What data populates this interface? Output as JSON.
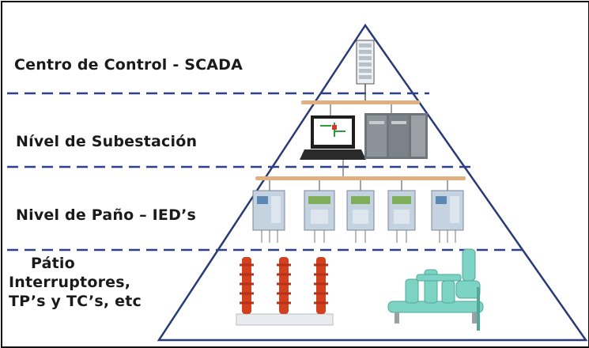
{
  "diagram": {
    "levels": [
      {
        "id": "control-center",
        "label": "Centro de Control - SCADA"
      },
      {
        "id": "substation",
        "label": "Nível de Subestación"
      },
      {
        "id": "bay",
        "label": "Nivel de Paño – IED’s"
      },
      {
        "id": "yard",
        "lines": [
          "Pátio",
          "Interruptores,",
          "TP’s y TC’s, etc"
        ]
      }
    ],
    "colors": {
      "pyramid_outline": "#283a78",
      "divider_dashes": "#2e3f8c",
      "bus_bar": "#e0b080",
      "insulator": "#d2401e",
      "switchgear": "#7dd3c4"
    },
    "icons": [
      "server-rack-icon",
      "laptop-icon",
      "cabinet-icon",
      "ied-relay-icon",
      "insulator-icon",
      "switchgear-icon"
    ]
  }
}
